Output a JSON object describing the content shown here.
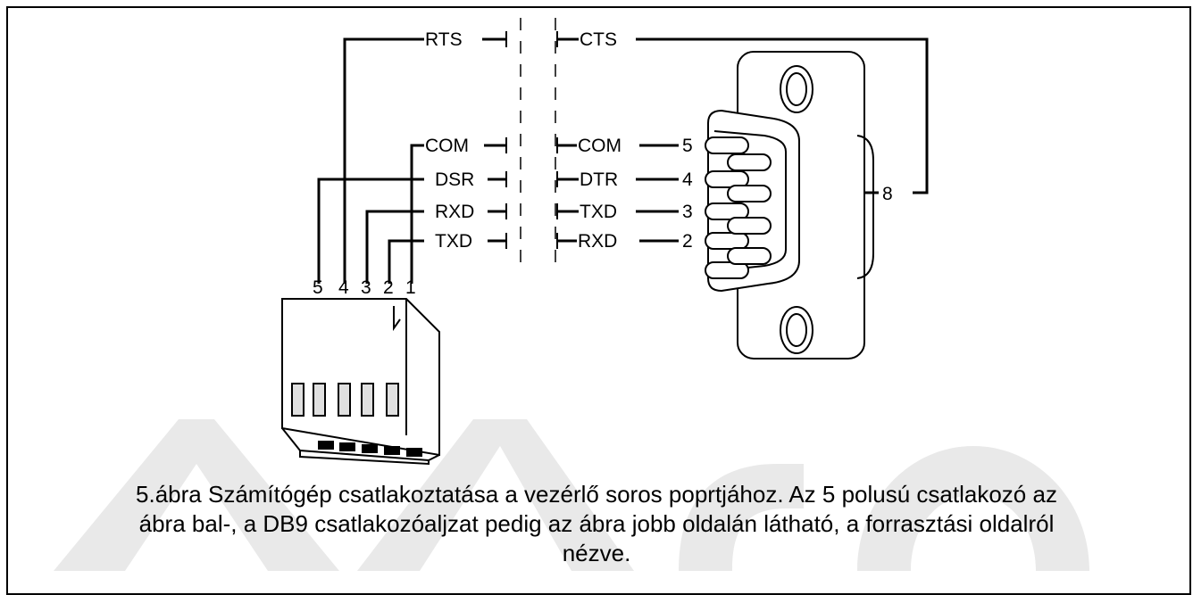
{
  "diagram": {
    "left_signals": {
      "rts": "RTS",
      "com": "COM",
      "dsr": "DSR",
      "rxd": "RXD",
      "txd": "TXD"
    },
    "right_signals": {
      "cts": "CTS",
      "com": "COM",
      "dtr": "DTR",
      "txd": "TXD",
      "rxd": "RXD"
    },
    "rj_pin_numbers": [
      "5",
      "4",
      "3",
      "2",
      "1"
    ],
    "db9_pin_numbers": {
      "p5": "5",
      "p4": "4",
      "p3": "3",
      "p2": "2",
      "p8": "8"
    }
  },
  "caption": {
    "line1": "5.ábra Számítógép csatlakoztatása a vezérlő soros poprtjához. Az 5 polusú csatlakozó az",
    "line2": "ábra bal-, a DB9 csatlakozóaljzat pedig az ábra jobb oldalán látható, a forrasztási oldalról",
    "line3": "nézve."
  },
  "watermark": {
    "color": "#e9e9e9"
  }
}
